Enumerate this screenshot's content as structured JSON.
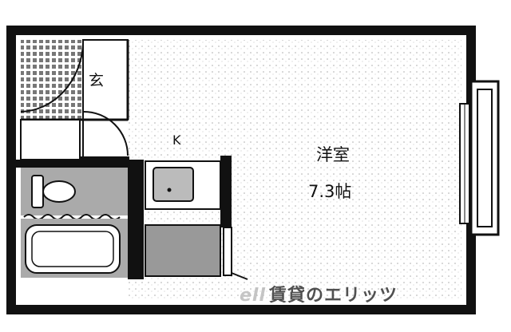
{
  "rooms": {
    "western_room": {
      "name": "洋室",
      "size": "7.3帖"
    },
    "entrance": "玄",
    "kitchen": "K"
  },
  "watermark": {
    "logo": "ell",
    "text": "賃貸のエリッツ"
  }
}
